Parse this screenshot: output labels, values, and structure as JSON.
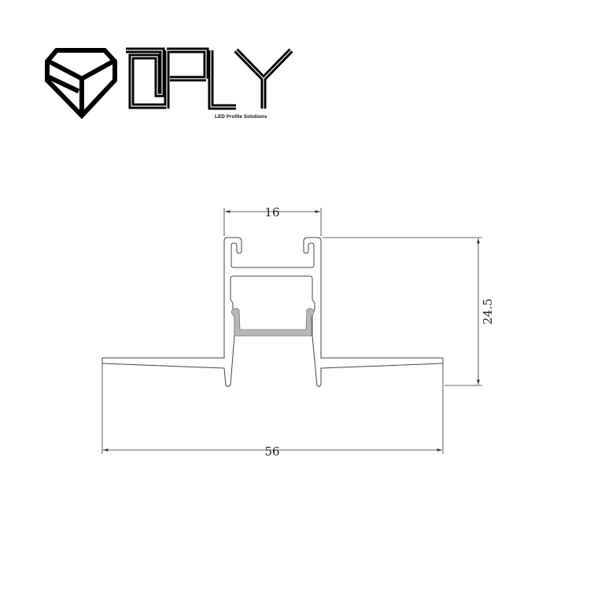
{
  "logo": {
    "tagline": "LED Profile Solutions"
  },
  "drawing": {
    "dimensions": {
      "width_top": "16",
      "height": "24.5",
      "width_total": "56"
    },
    "colors": {
      "diffuser": "#b8b8b8",
      "line": "#444444"
    }
  }
}
